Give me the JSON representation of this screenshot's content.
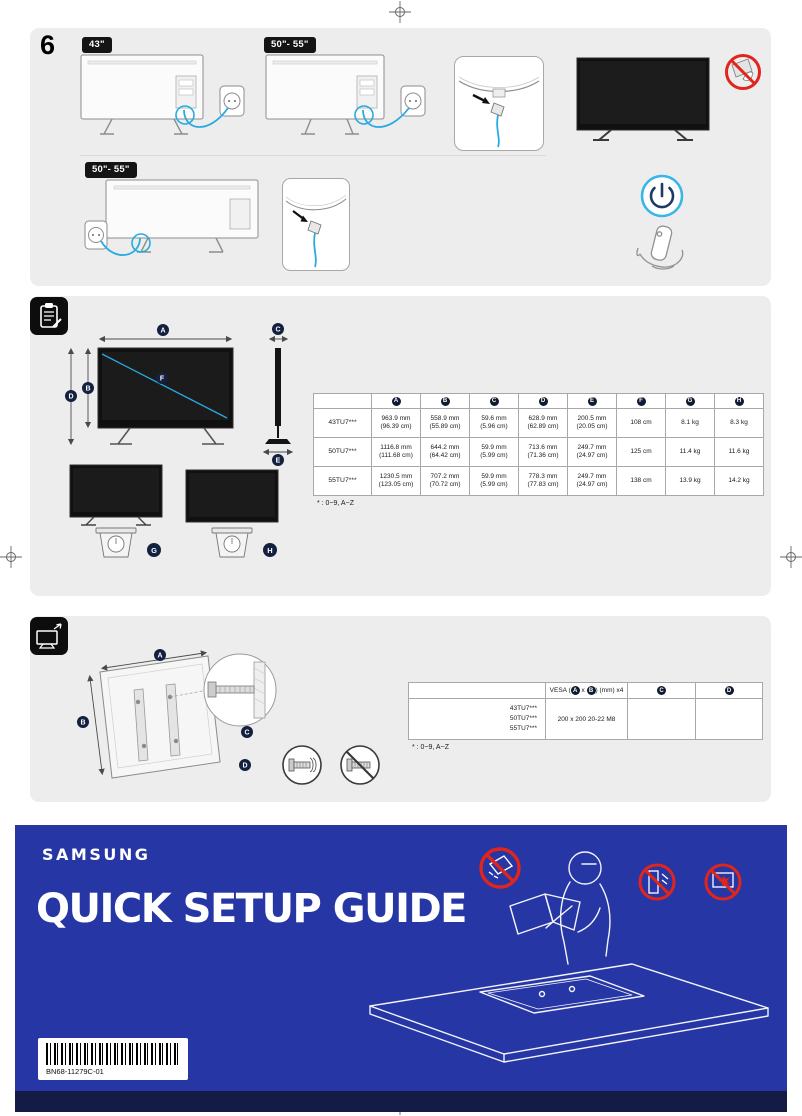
{
  "page": {
    "step_number": "6"
  },
  "letters": {
    "a": "A",
    "b": "B",
    "c": "C",
    "d": "D",
    "e": "E",
    "f": "F",
    "g": "G",
    "h": "H"
  },
  "setup": {
    "badge_43": "43\"",
    "badge_50_55": "50\"- 55\"",
    "badge_50_55_b": "50\"- 55\""
  },
  "spec": {
    "headers": [
      "A",
      "B",
      "C",
      "D",
      "E",
      "F",
      "G",
      "H"
    ],
    "rows": [
      {
        "model": "43TU7***",
        "a1": "963.9 mm",
        "a2": "(96.39 cm)",
        "b1": "558.9 mm",
        "b2": "(55.89 cm)",
        "c1": "59.6 mm",
        "c2": "(5.96 cm)",
        "d1": "628.9 mm",
        "d2": "(62.89 cm)",
        "e1": "200.5 mm",
        "e2": "(20.05 cm)",
        "f": "108 cm",
        "g": "8.1 kg",
        "h": "8.3 kg"
      },
      {
        "model": "50TU7***",
        "a1": "1116.8 mm",
        "a2": "(111.68 cm)",
        "b1": "644.2 mm",
        "b2": "(64.42 cm)",
        "c1": "59.9 mm",
        "c2": "(5.99 cm)",
        "d1": "713.6 mm",
        "d2": "(71.36 cm)",
        "e1": "249.7 mm",
        "e2": "(24.97 cm)",
        "f": "125 cm",
        "g": "11.4 kg",
        "h": "11.6 kg"
      },
      {
        "model": "55TU7***",
        "a1": "1230.5 mm",
        "a2": "(123.05 cm)",
        "b1": "707.2 mm",
        "b2": "(70.72 cm)",
        "c1": "59.9 mm",
        "c2": "(5.99 cm)",
        "d1": "778.3 mm",
        "d2": "(77.83 cm)",
        "e1": "249.7 mm",
        "e2": "(24.97 cm)",
        "f": "138 cm",
        "g": "13.9 kg",
        "h": "14.2 kg"
      }
    ],
    "footnote": "* : 0~9, A~Z"
  },
  "wall": {
    "vesa_prefix": "VESA (",
    "vesa_mid": " x ",
    "vesa_suffix": ") (mm)  x4",
    "models": [
      "43TU7***",
      "50TU7***",
      "55TU7***"
    ],
    "value": "200 x 200 20-22 M8",
    "footnote": "* : 0~9, A~Z"
  },
  "footer": {
    "brand": "SAMSUNG",
    "title": "QUICK SETUP GUIDE",
    "part_number": "BN68-11279C-01"
  },
  "colors": {
    "accent": "#29abe2",
    "samsung_blue": "#2636a4",
    "footer_dark": "#141b45",
    "prohibit_red": "#e1251b"
  }
}
